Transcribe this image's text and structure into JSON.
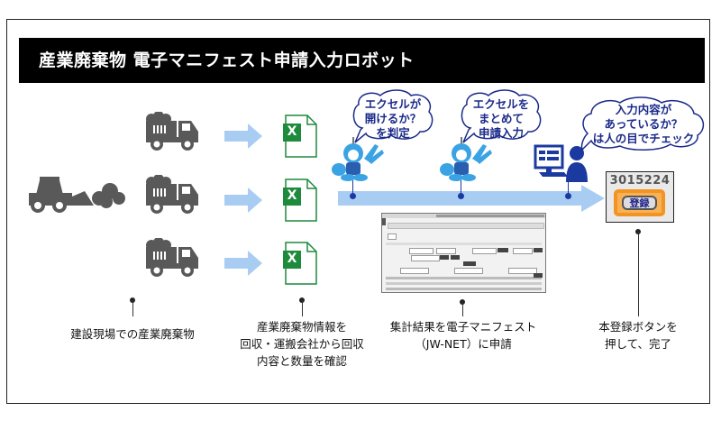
{
  "title": "産業廃棄物 電子マニフェスト申請入力ロボット",
  "colors": {
    "banner_bg": "#000000",
    "icon_gray": "#595959",
    "arrow_blue": "#a9cdf2",
    "excel_green": "#1d8a3c",
    "bubble_text": "#1b2a8a",
    "highlight_orange": "#f39322"
  },
  "bubbles": [
    {
      "text": "エクセルが\n開けるか？\nを判定"
    },
    {
      "text": "エクセルを\nまとめて\n申請入力"
    },
    {
      "text": "入力内容が\nあっているか？\nは人の目でチェック"
    }
  ],
  "register_panel": {
    "number": "3015224",
    "button_label": "登録"
  },
  "steps": [
    {
      "label": "建設現場での産業廃棄物"
    },
    {
      "label": "産業廃棄物情報を\n回収・運搬会社から回収\n内容と数量を確認"
    },
    {
      "label": "集計結果を電子マニフェスト\n（JW-NET）に申請"
    },
    {
      "label": "本登録ボタンを\n押して、完了"
    }
  ],
  "icons": {
    "excel_glyph": "X",
    "loader": "wheel-loader-icon",
    "truck": "dump-truck-icon",
    "robot": "robot-mascot-icon",
    "operator": "person-at-computer-icon"
  }
}
